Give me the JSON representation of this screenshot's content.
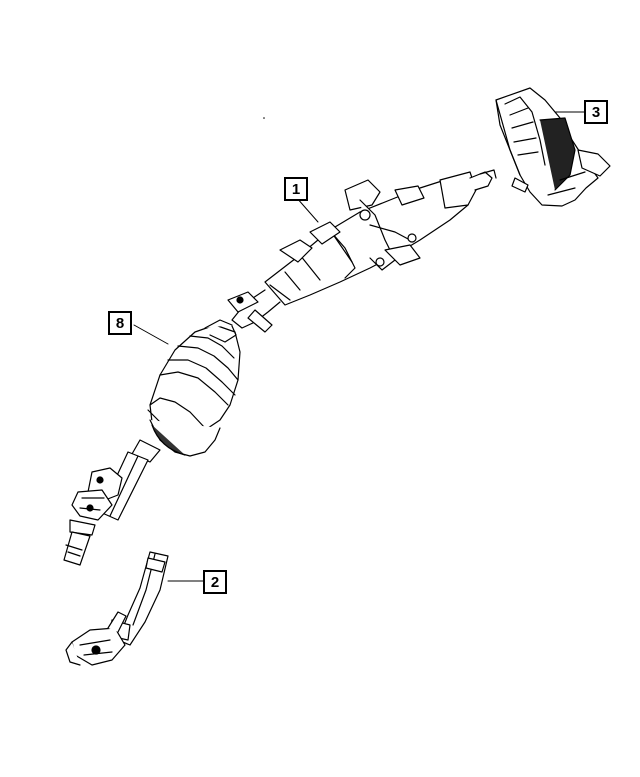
{
  "callouts": [
    {
      "id": "1",
      "label": "1"
    },
    {
      "id": "2",
      "label": "2"
    },
    {
      "id": "3",
      "label": "3"
    },
    {
      "id": "8",
      "label": "8"
    }
  ],
  "colors": {
    "line": "#000000",
    "fill": "#ffffff",
    "shade": "#1a1a1a"
  }
}
